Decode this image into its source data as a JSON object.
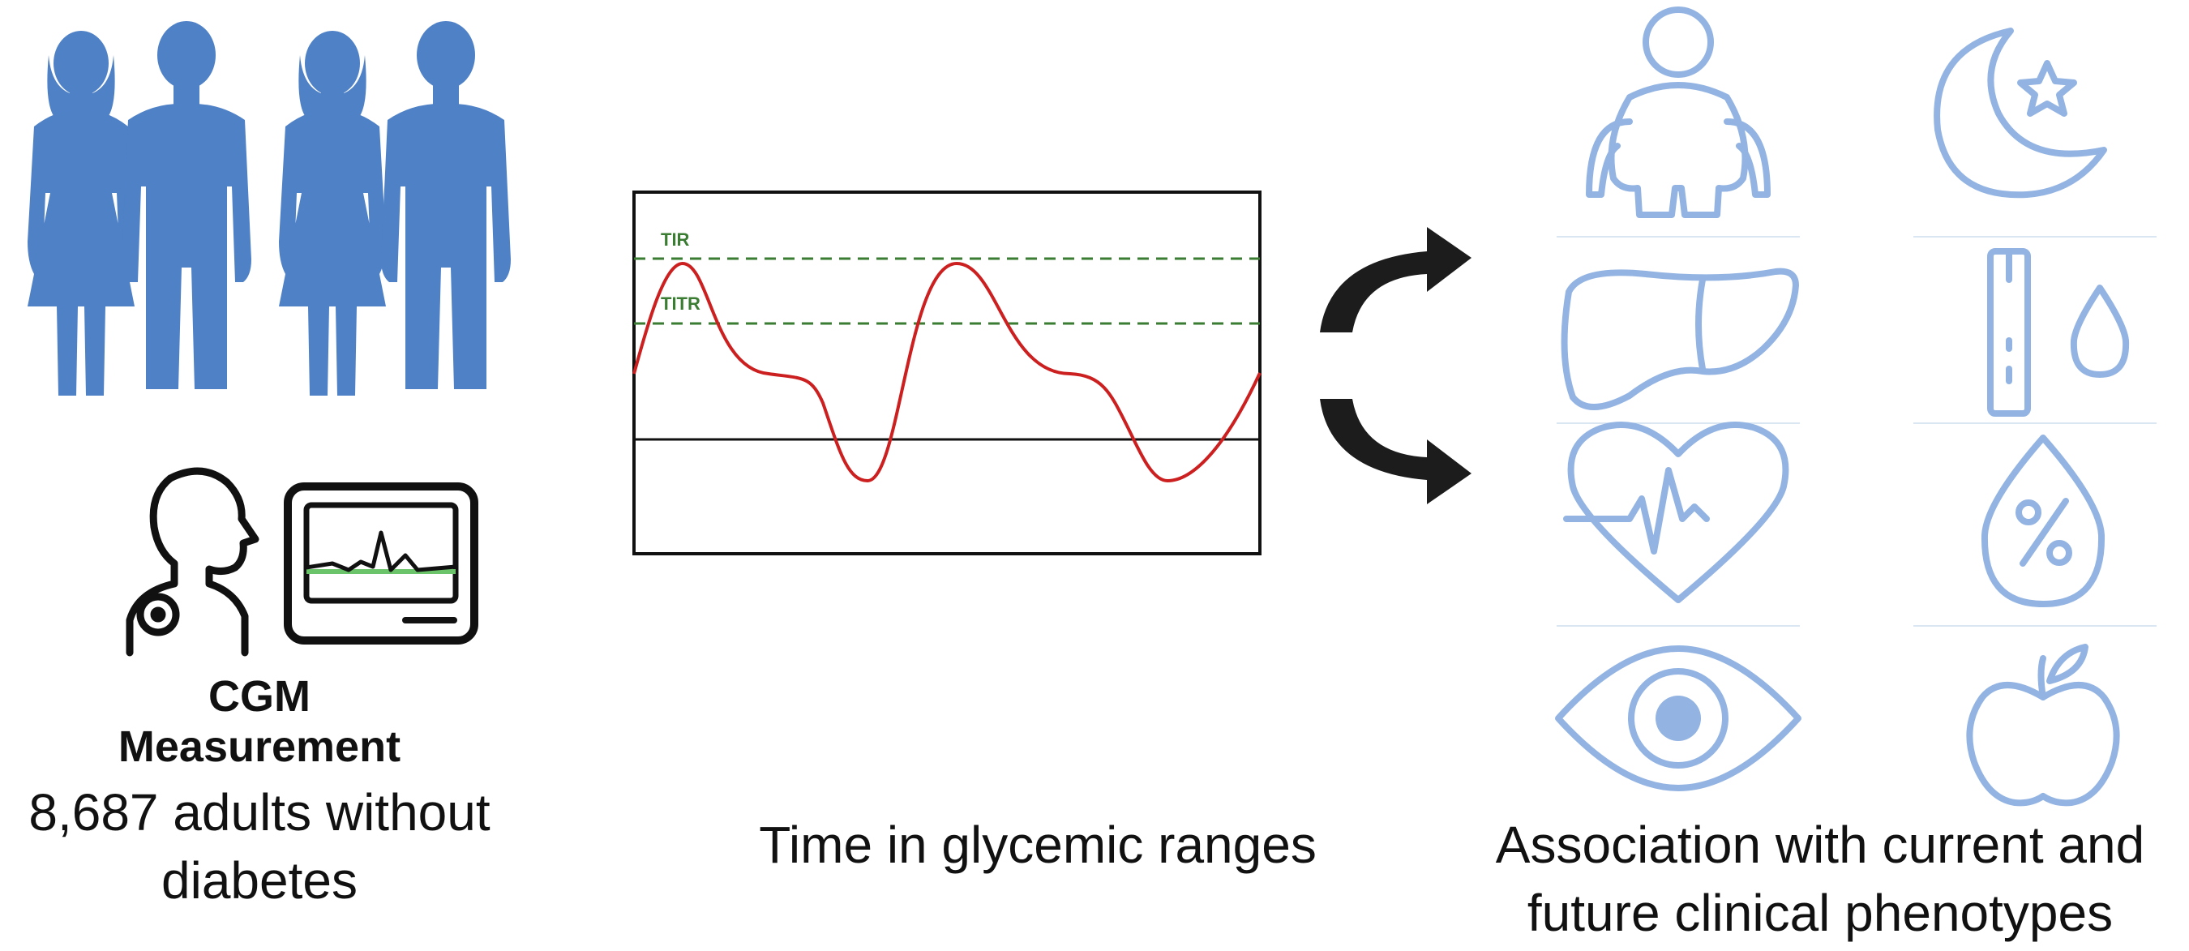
{
  "left_panel": {
    "device_label_line1": "CGM",
    "device_label_line2": "Measurement",
    "caption": "8,687 adults without diabetes"
  },
  "middle_panel": {
    "range_label_tir": "TIR",
    "range_label_titr": "TITR",
    "caption": "Time in glycemic ranges"
  },
  "right_panel": {
    "caption": "Association with current and future clinical phenotypes"
  },
  "colors": {
    "people": "#4f81c7",
    "phenotype_icons": "#93b4e2",
    "glucose_trace": "#cc1f1f",
    "range_lines": "#3a7d32",
    "arrows": "#1c1c1c"
  },
  "icons": [
    "people-group-icon",
    "person-with-sensor-icon",
    "cgm-monitor-icon",
    "obesity-body-icon",
    "sleep-moon-icon",
    "liver-icon",
    "blood-test-tube-icon",
    "heart-rate-icon",
    "hba1c-drop-icon",
    "eye-icon",
    "apple-nutrition-icon"
  ]
}
